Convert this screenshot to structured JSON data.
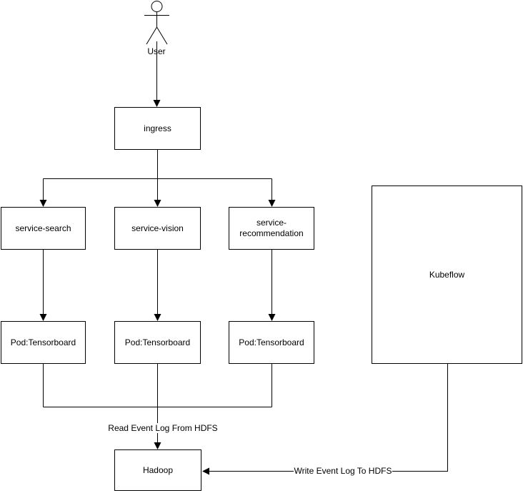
{
  "canvas": {
    "background_color": "#ffffff",
    "stroke_color": "#000000",
    "text_color": "#000000"
  },
  "actor": {
    "label": "User"
  },
  "nodes": {
    "ingress": {
      "label": "ingress"
    },
    "service_search": {
      "label": "service-search"
    },
    "service_vision": {
      "label": "service-vision"
    },
    "service_recommendation": {
      "label": "service-recommendation"
    },
    "pod_search": {
      "label": "Pod:Tensorboard"
    },
    "pod_vision": {
      "label": "Pod:Tensorboard"
    },
    "pod_recommendation": {
      "label": "Pod:Tensorboard"
    },
    "kubeflow": {
      "label": "Kubeflow"
    },
    "hadoop": {
      "label": "Hadoop"
    }
  },
  "edge_labels": {
    "read_hdfs": {
      "label": "Read Event Log From HDFS"
    },
    "write_hdfs": {
      "label": "Write Event Log To HDFS"
    }
  }
}
